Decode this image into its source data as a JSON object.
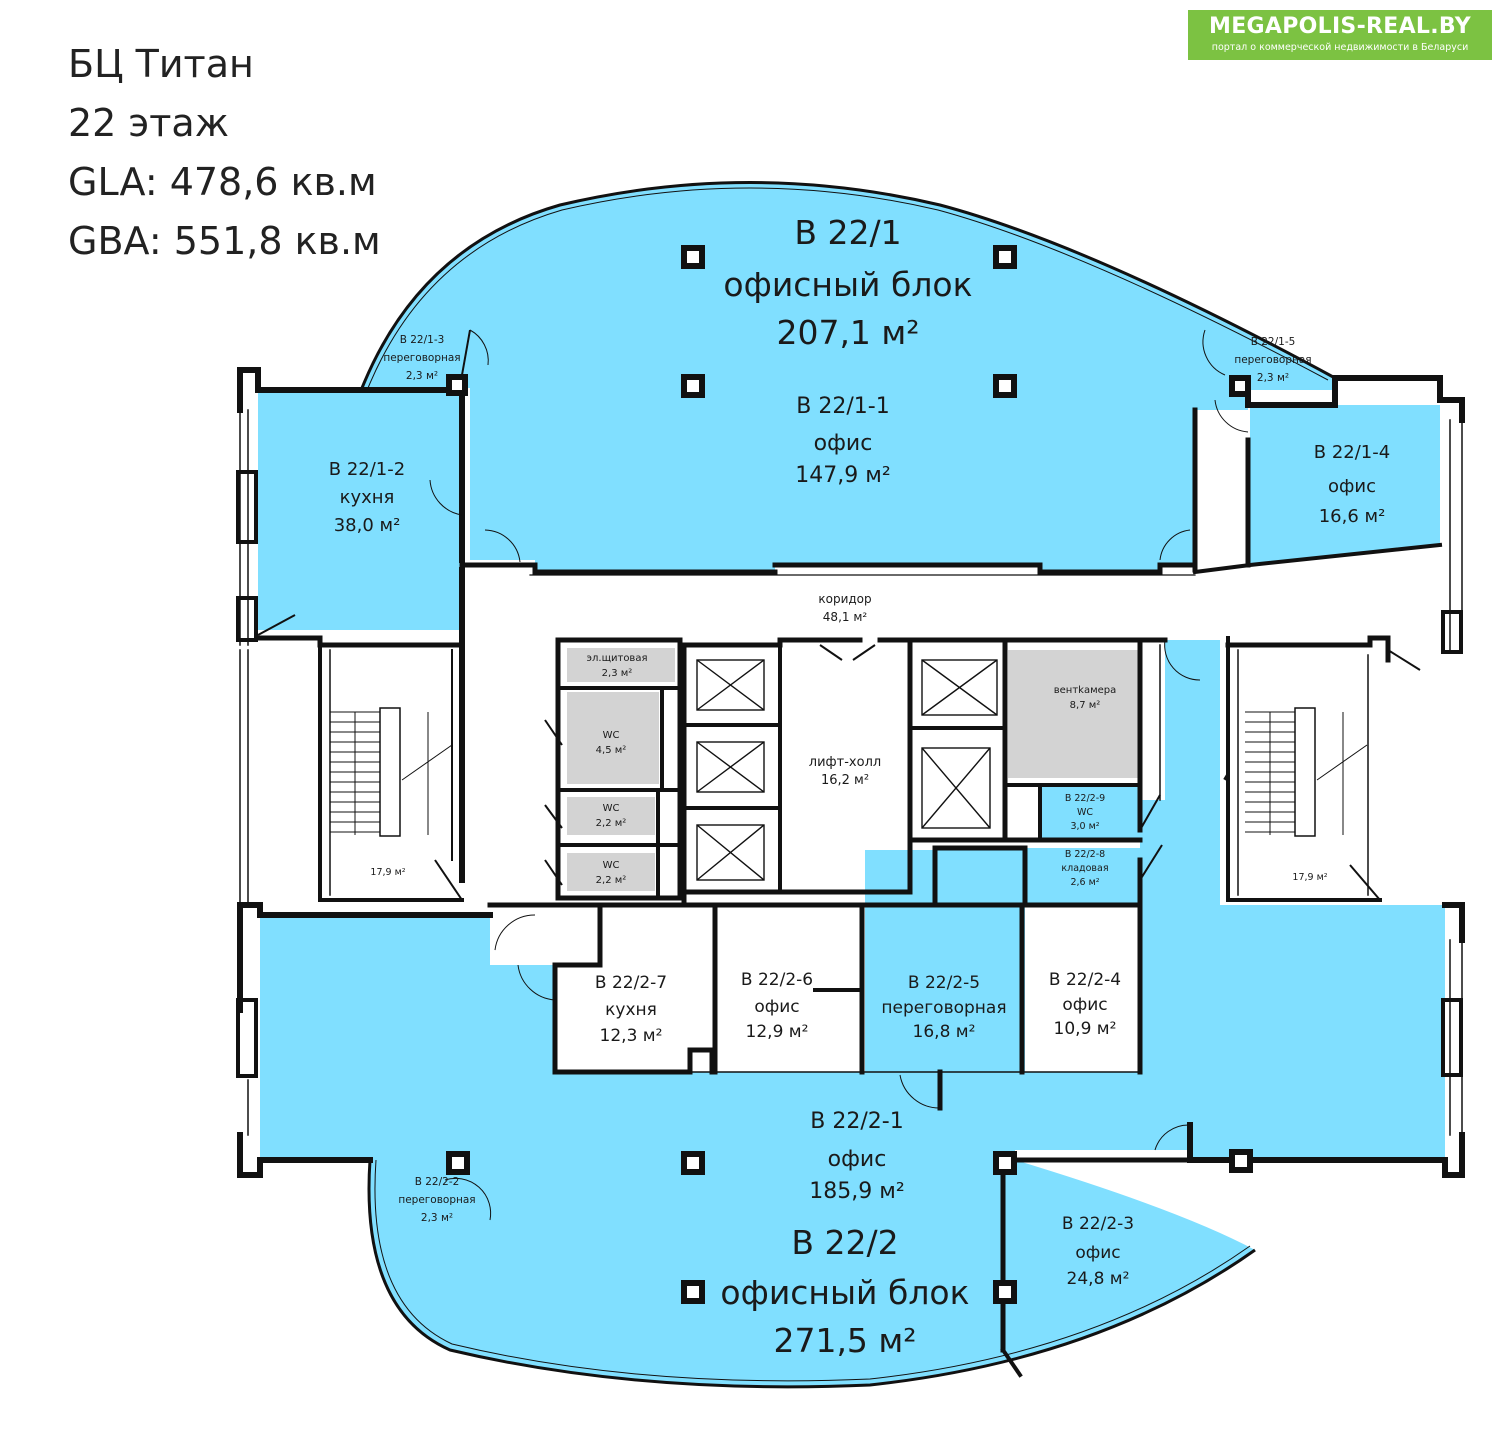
{
  "header": {
    "building": "БЦ Титан",
    "floor": "22 этаж",
    "gla": "GLA:  478,6 кв.м",
    "gba": "GBA:  551,8 кв.м"
  },
  "logo": {
    "name": "MEGAPOLIS-REAL.BY",
    "tagline": "портал о коммерческой недвижимости в Беларуси"
  },
  "colors": {
    "office": "#80dfff",
    "technical": "#d3d3d3",
    "wall": "#111111",
    "logo": "#7cc242"
  },
  "rooms": {
    "b1": {
      "id": "В 22/1",
      "type": "офисный блок",
      "area": "207,1 м²"
    },
    "b1_1": {
      "id": "В 22/1-1",
      "type": "офис",
      "area": "147,9 м²"
    },
    "b1_2": {
      "id": "В 22/1-2",
      "type": "кухня",
      "area": "38,0 м²"
    },
    "b1_3": {
      "id": "В 22/1-3",
      "type": "переговорная",
      "area": "2,3 м²"
    },
    "b1_4": {
      "id": "В 22/1-4",
      "type": "офис",
      "area": "16,6 м²"
    },
    "b1_5": {
      "id": "В 22/1-5",
      "type": "переговорная",
      "area": "2,3 м²"
    },
    "corridor": {
      "type": "коридор",
      "area": "48,1 м²"
    },
    "elec": {
      "type": "эл.щитовая",
      "area": "2,3 м²"
    },
    "wc1": {
      "type": "WC",
      "area": "4,5 м²"
    },
    "wc2": {
      "type": "WC",
      "area": "2,2 м²"
    },
    "wc3": {
      "type": "WC",
      "area": "2,2 м²"
    },
    "lift_hall": {
      "type": "лифт-холл",
      "area": "16,2 м²"
    },
    "vent": {
      "type": "вентkамера",
      "area": "8,7 м²"
    },
    "b2_9": {
      "id": "В 22/2-9",
      "type": "WC",
      "area": "3,0 м²"
    },
    "b2_8": {
      "id": "В 22/2-8",
      "type": "кладовая",
      "area": "2,6 м²"
    },
    "stair_left": {
      "area": "17,9 м²"
    },
    "stair_right": {
      "area": "17,9 м²"
    },
    "b2_7": {
      "id": "В 22/2-7",
      "type": "кухня",
      "area": "12,3 м²"
    },
    "b2_6": {
      "id": "В 22/2-6",
      "type": "офис",
      "area": "12,9 м²"
    },
    "b2_5": {
      "id": "В 22/2-5",
      "type": "переговорная",
      "area": "16,8 м²"
    },
    "b2_4": {
      "id": "В 22/2-4",
      "type": "офис",
      "area": "10,9 м²"
    },
    "b2_1": {
      "id": "В 22/2-1",
      "type": "офис",
      "area": "185,9 м²"
    },
    "b2_2": {
      "id": "В 22/2-2",
      "type": "переговорная",
      "area": "2,3 м²"
    },
    "b2_3": {
      "id": "В 22/2-3",
      "type": "офис",
      "area": "24,8 м²"
    },
    "b2": {
      "id": "В 22/2",
      "type": "офисный блок",
      "area": "271,5 м²"
    }
  }
}
